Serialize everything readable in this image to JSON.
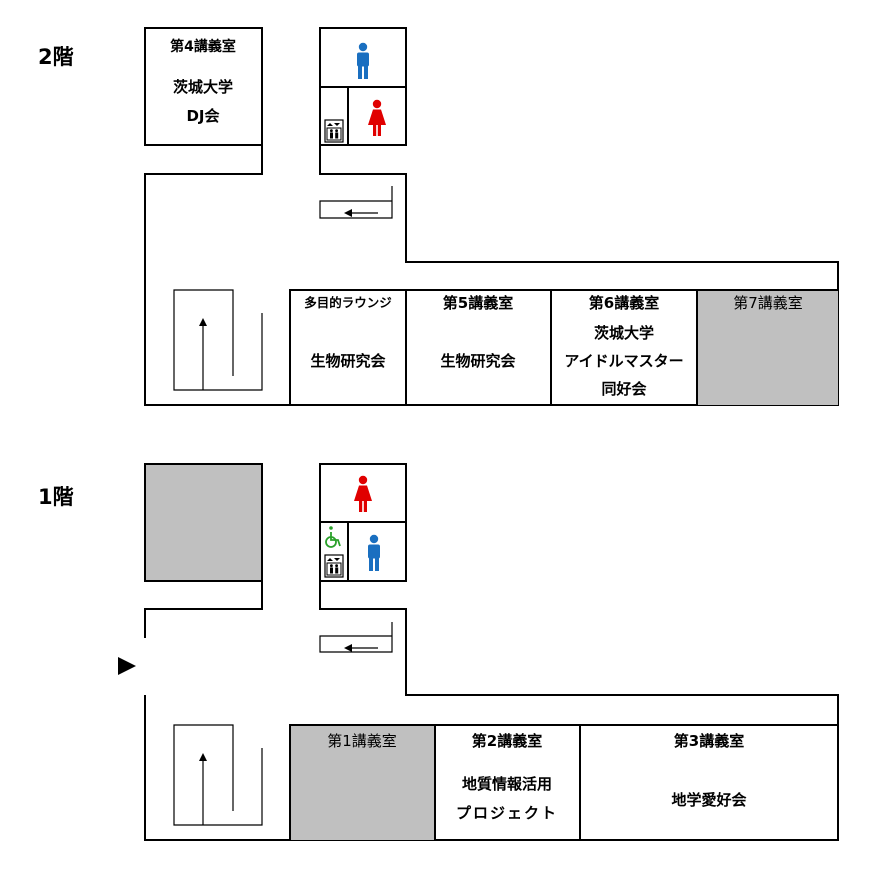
{
  "floors": {
    "floor2": {
      "label": "2階",
      "rooms": {
        "r4": {
          "name": "第4講義室",
          "line1": "茨城大学",
          "line2": "DJ会"
        },
        "lounge": {
          "name": "多目的ラウンジ",
          "group": "生物研究会"
        },
        "r5": {
          "name": "第5講義室",
          "group": "生物研究会"
        },
        "r6": {
          "name": "第6講義室",
          "line1": "茨城大学",
          "line2": "アイドルマスター",
          "line3": "同好会"
        },
        "r7": {
          "name": "第7講義室"
        }
      }
    },
    "floor1": {
      "label": "1階",
      "rooms": {
        "r1": {
          "name": "第1講義室"
        },
        "r2": {
          "name": "第2講義室",
          "line1": "地質情報活用",
          "line2": "プロジェクト"
        },
        "r3": {
          "name": "第3講義室",
          "group": "地学愛好会"
        }
      }
    }
  },
  "colors": {
    "unused_room": "#c0c0c0",
    "male": "#1a6fc0",
    "female": "#e00000",
    "accessible": "#2aa02a"
  },
  "icons": [
    "male-restroom-icon",
    "female-restroom-icon",
    "elevator-icon",
    "accessible-restroom-icon",
    "entrance-arrow-icon",
    "stairs-arrow-icon"
  ]
}
